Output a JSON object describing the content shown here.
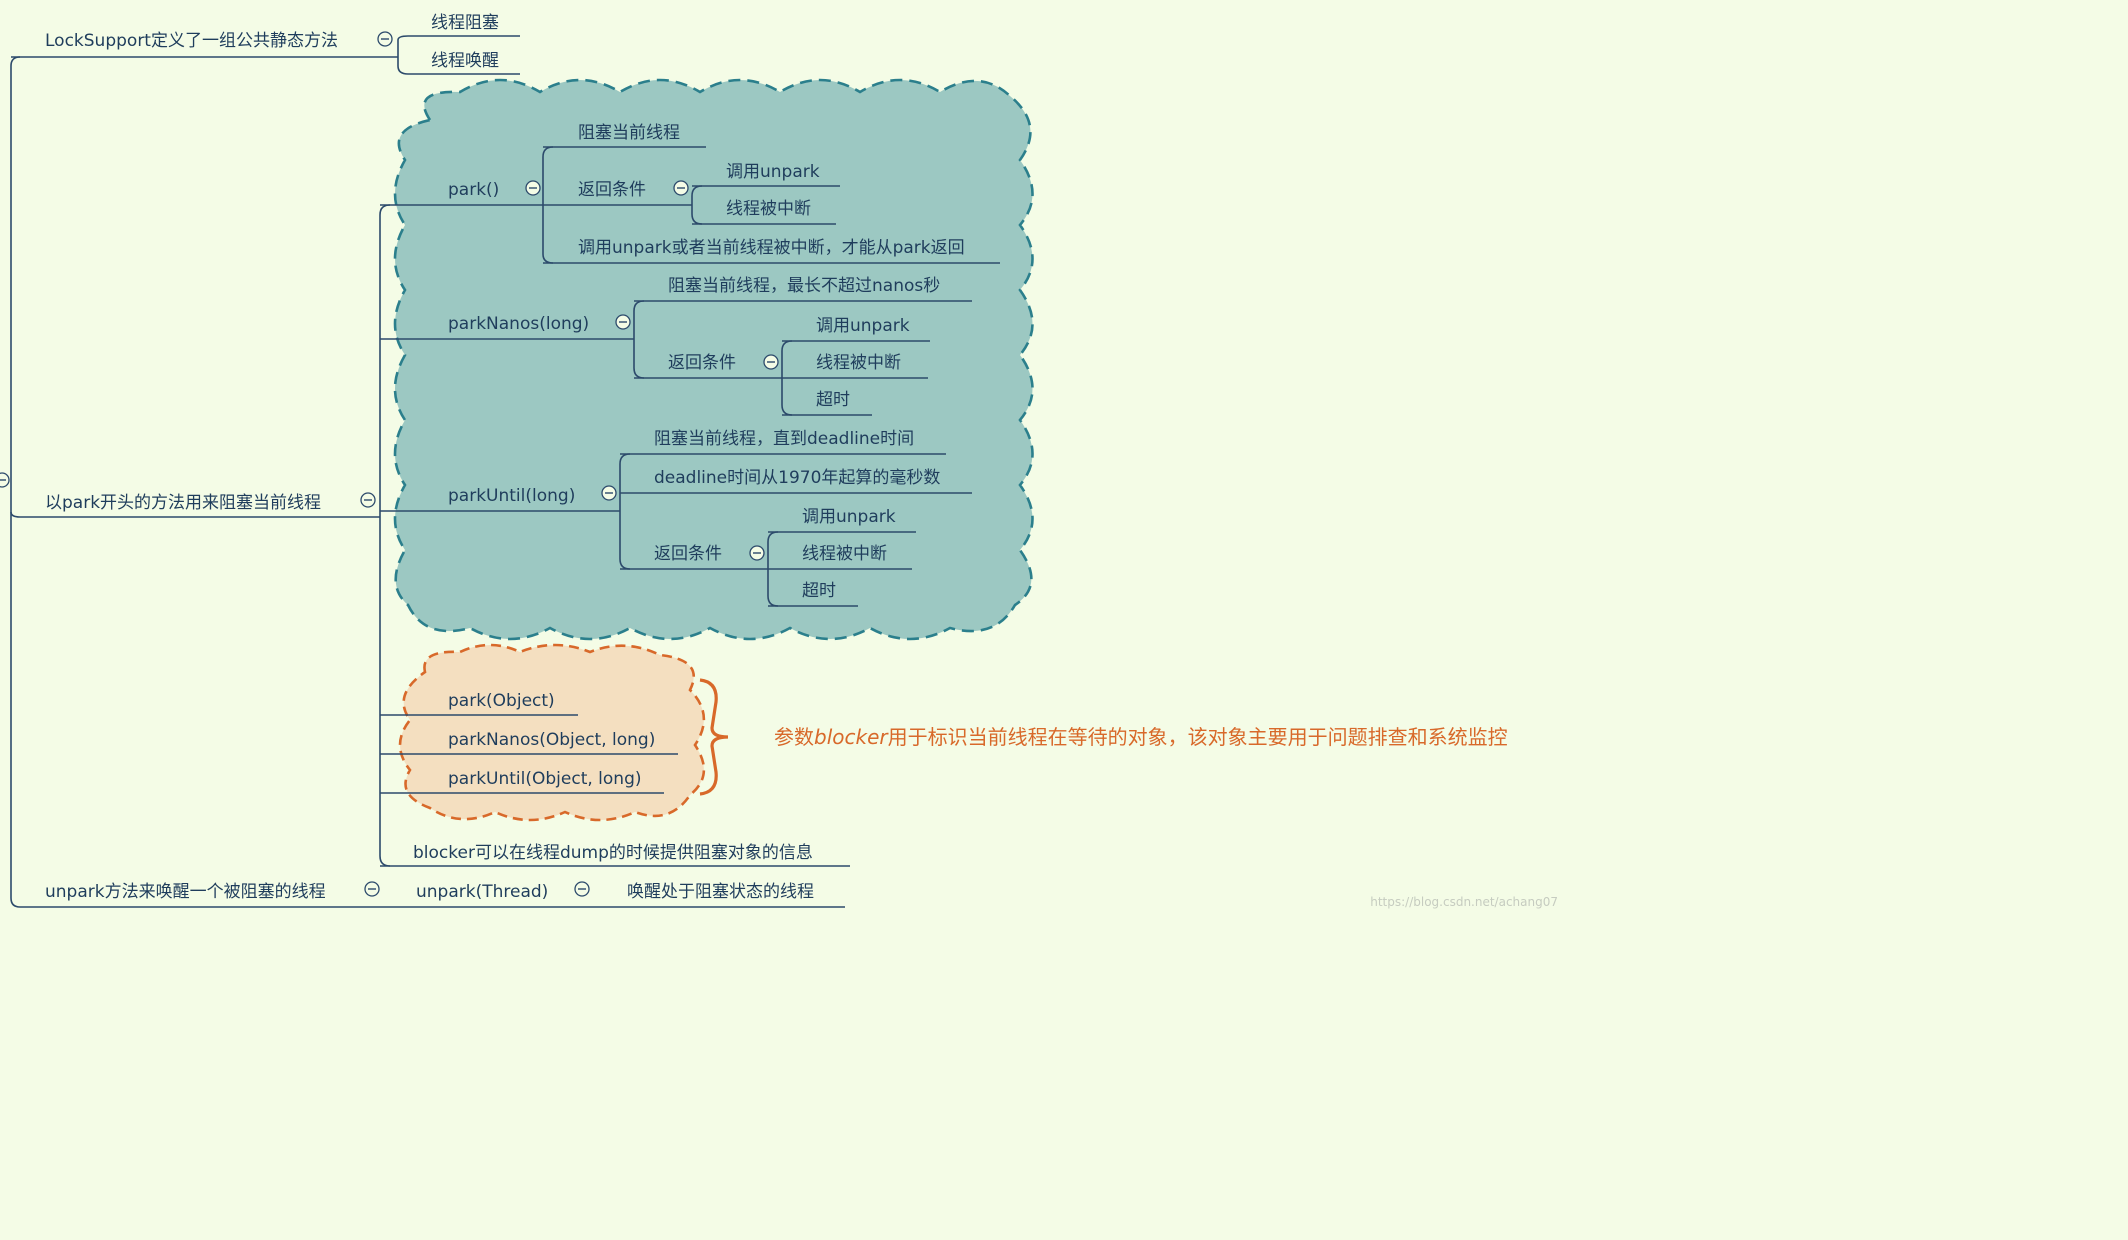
{
  "mindmap": {
    "branch_locksupport": {
      "label": "LockSupport定义了一组公共静态方法",
      "children": [
        "线程阻塞",
        "线程唤醒"
      ]
    },
    "branch_park_methods": {
      "label": "以park开头的方法用来阻塞当前线程",
      "park": {
        "label": "park()",
        "block": "阻塞当前线程",
        "return_label": "返回条件",
        "return_conditions": [
          "调用unpark",
          "线程被中断"
        ],
        "note": "调用unpark或者当前线程被中断，才能从park返回"
      },
      "park_nanos": {
        "label": "parkNanos(long)",
        "block": "阻塞当前线程，最长不超过nanos秒",
        "return_label": "返回条件",
        "return_conditions": [
          "调用unpark",
          "线程被中断",
          "超时"
        ]
      },
      "park_until": {
        "label": "parkUntil(long)",
        "block": "阻塞当前线程，直到deadline时间",
        "deadline": "deadline时间从1970年起算的毫秒数",
        "return_label": "返回条件",
        "return_conditions": [
          "调用unpark",
          "线程被中断",
          "超时"
        ]
      },
      "object_methods": [
        "park(Object)",
        "parkNanos(Object, long)",
        "parkUntil(Object, long)"
      ],
      "dump_info": "blocker可以在线程dump的时候提供阻塞对象的信息"
    },
    "branch_unpark": {
      "label": "unpark方法来唤醒一个被阻塞的线程",
      "method": "unpark(Thread)",
      "description": "唤醒处于阻塞状态的线程"
    }
  },
  "annotation": {
    "prefix": "参数",
    "keyword": "blocker",
    "suffix": "用于标识当前线程在等待的对象，该对象主要用于问题排查和系统监控"
  },
  "watermark": "https://blog.csdn.net/achang07",
  "colors": {
    "background": "#f4fce6",
    "line": "#2c4a6b",
    "text": "#1f3d5c",
    "teal_cloud_fill": "#9cc8c2",
    "teal_cloud_stroke": "#2b7f8c",
    "orange_cloud_fill": "#f4dfc0",
    "orange_cloud_stroke": "#d8692a",
    "annotation": "#d8692a"
  }
}
